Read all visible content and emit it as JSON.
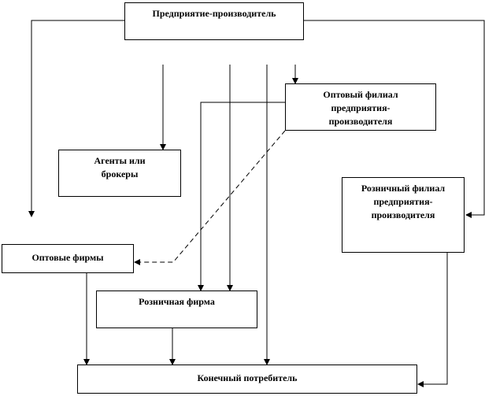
{
  "nodes": {
    "producer": "Предприятие-производитель",
    "wholesale_branch": "Оптовый филиал предприятия-производителя",
    "agents": "Агенты или брокеры",
    "retail_branch": "Розничный филиал предприятия-производителя",
    "wholesale_firms": "Оптовые фирмы",
    "retail_firm": "Розничная фирма",
    "consumer": "Конечный потребитель"
  }
}
